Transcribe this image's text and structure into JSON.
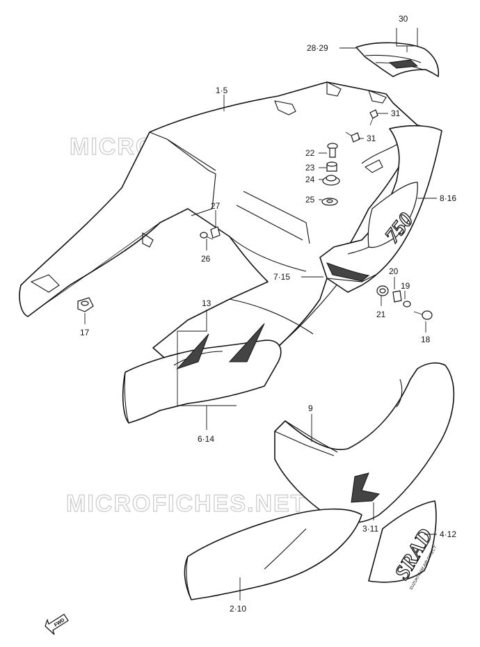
{
  "watermark": "MICROFICHES.NET",
  "fwd_label": "FWD",
  "decals": {
    "main_number": "750",
    "side_text": "SRAD",
    "side_small_text": "SUZUKI RAM AIR DIRECT"
  },
  "callouts": {
    "c30": "30",
    "c28_29": "28·29",
    "c1_5": "1·5",
    "c31a": "31",
    "c31b": "31",
    "c22": "22",
    "c23": "23",
    "c24": "24",
    "c25": "25",
    "c8_16": "8·16",
    "c27": "27",
    "c26": "26",
    "c7_15": "7·15",
    "c20": "20",
    "c19": "19",
    "c21": "21",
    "c18": "18",
    "c17": "17",
    "c13": "13",
    "c6_14": "6·14",
    "c9": "9",
    "c3_11": "3·11",
    "c4_12": "4·12",
    "c2_10": "2·10"
  }
}
